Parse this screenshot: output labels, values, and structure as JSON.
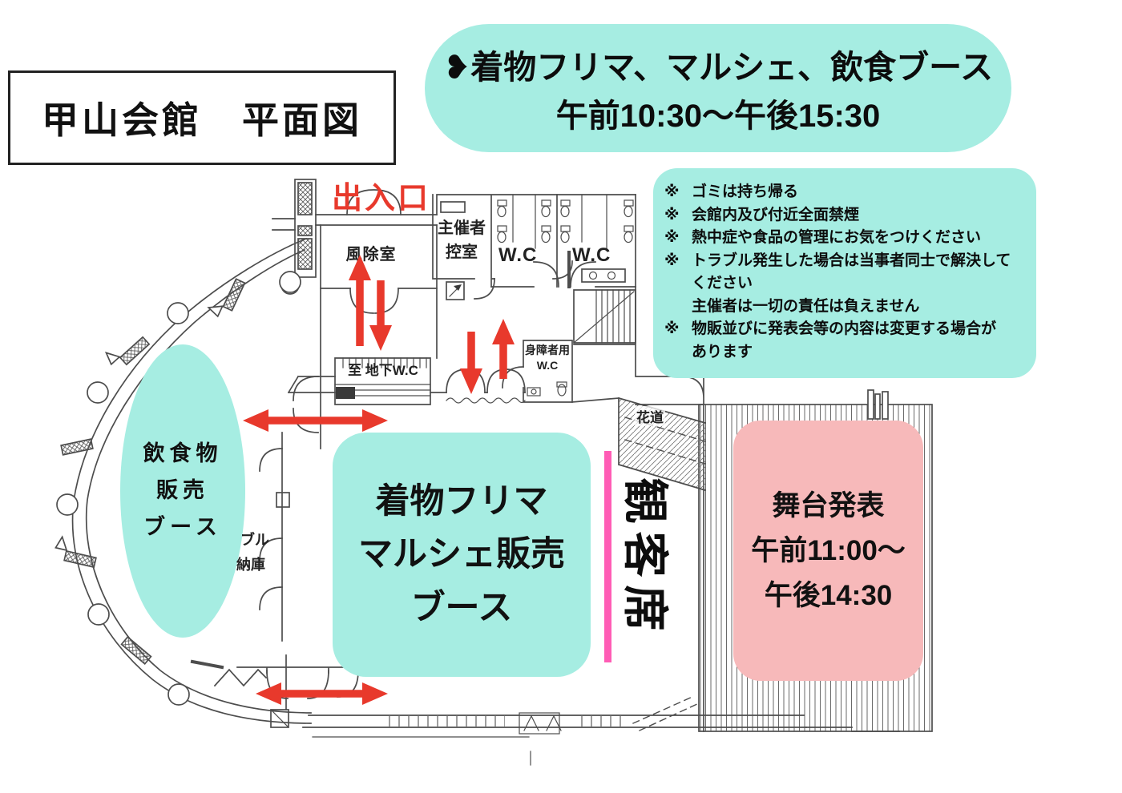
{
  "colors": {
    "teal": "#A6EDE2",
    "pink": "#F7B9BA",
    "pink_line": "#FF5CB5",
    "arrow_red": "#E8392C",
    "plan_line": "#4D4D4D",
    "text": "#1A1A1A"
  },
  "title": "甲山会館　平面図",
  "event_banner": {
    "icon": "❥",
    "line1": "着物フリマ、マルシェ、飲食ブース",
    "line2": "午前10:30〜午後15:30"
  },
  "notes": {
    "items": [
      {
        "marker": "※",
        "text": "ゴミは持ち帰る"
      },
      {
        "marker": "※",
        "text": "会館内及び付近全面禁煙"
      },
      {
        "marker": "※",
        "text": "熱中症や食品の管理にお気をつけください"
      },
      {
        "marker": "※",
        "text": "トラブル発生した場合は当事者同士で解決して\nください\n主催者は一切の責任は負えません"
      },
      {
        "marker": "※",
        "text": "物販並びに発表会等の内容は変更する場合が\nあります"
      }
    ]
  },
  "plan_labels": {
    "entrance": "出入口",
    "windbreak": "風除室",
    "organizer": "主催者\n控室",
    "wc_left": "W.C",
    "wc_right": "W.C",
    "basement": "至 地下W.C",
    "accessible": "身障者用\nW.C",
    "hanamichi": "花道",
    "storage_frag1": "ブル",
    "storage_frag2": "納庫"
  },
  "zones": {
    "food": {
      "label": "飲食物\n販売\nブース"
    },
    "kimono": {
      "label": "着物フリマ\nマルシェ販売\nブース"
    },
    "audience": {
      "label": "観客席"
    },
    "stage": {
      "label": "舞台発表\n午前11:00〜\n午後14:30"
    }
  }
}
